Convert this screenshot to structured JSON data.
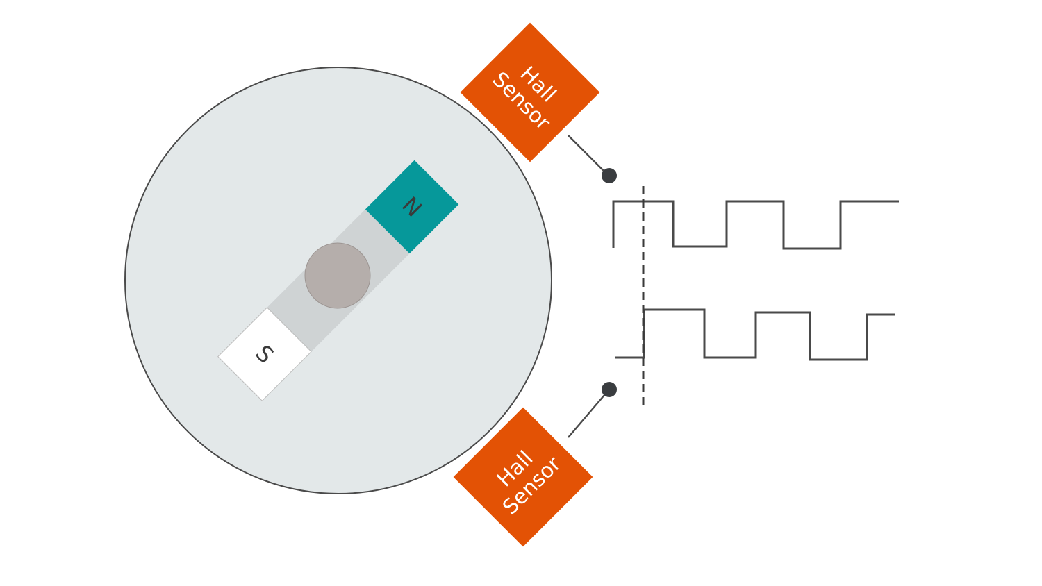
{
  "magnet": {
    "north_label": "N",
    "south_label": "S"
  },
  "sensors": [
    {
      "line1": "Hall",
      "line2": "Sensor"
    },
    {
      "line1": "Hall",
      "line2": "Sensor"
    }
  ],
  "colors": {
    "disc_fill": "#e3e8e9",
    "disc_stroke": "#4a4a4a",
    "magnet_body": "#cfd3d4",
    "north_pole": "#06989a",
    "south_pole": "#ffffff",
    "hub": "#b5aeab",
    "sensor_fill": "#e35205",
    "signal_line": "#4a4a4a",
    "connector_dot": "#3a3d40"
  }
}
